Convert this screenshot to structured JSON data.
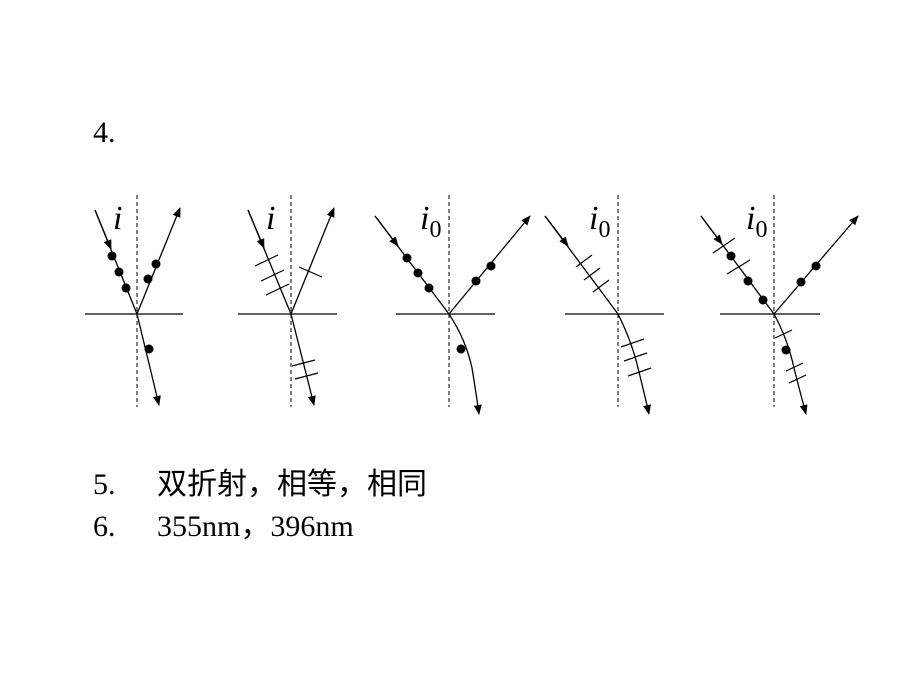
{
  "question_4": {
    "number": "4."
  },
  "diagrams": [
    {
      "angle_symbol": "i",
      "angle_subscript": ""
    },
    {
      "angle_symbol": "i",
      "angle_subscript": ""
    },
    {
      "angle_symbol": "i",
      "angle_subscript": "0"
    },
    {
      "angle_symbol": "i",
      "angle_subscript": "0"
    },
    {
      "angle_symbol": "i",
      "angle_subscript": "0"
    }
  ],
  "answers": [
    {
      "number": "5.",
      "text": "双折射，相等，相同"
    },
    {
      "number": "6.",
      "text": "355nm，396nm"
    }
  ],
  "colors": {
    "ink": "#000000",
    "background": "#ffffff"
  }
}
